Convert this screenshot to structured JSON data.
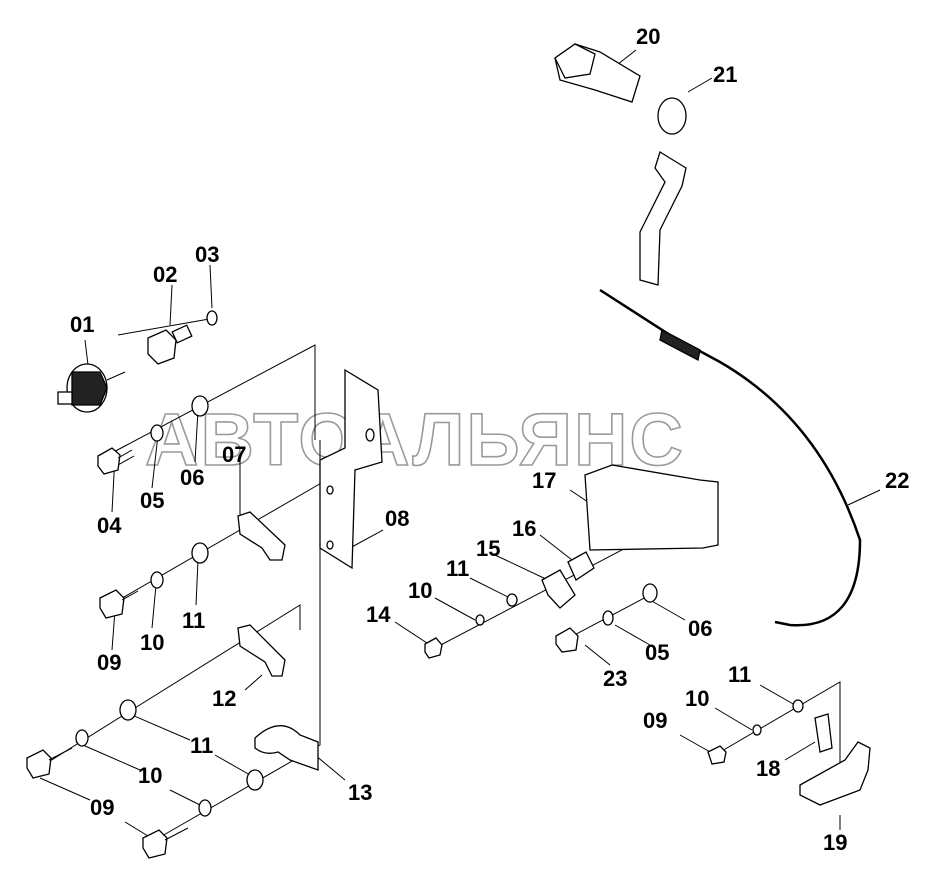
{
  "diagram": {
    "watermark": "АВТОАЛЬЯНС",
    "callouts": {
      "p01": "01",
      "p02": "02",
      "p03": "03",
      "p04": "04",
      "p05a": "05",
      "p06a": "06",
      "p07": "07",
      "p08": "08",
      "p09a": "09",
      "p10a": "10",
      "p11a": "11",
      "p12": "12",
      "p11b": "11",
      "p10b": "10",
      "p09b": "09",
      "p13": "13",
      "p14": "14",
      "p10c": "10",
      "p11c": "11",
      "p15": "15",
      "p16": "16",
      "p17": "17",
      "p06b": "06",
      "p05b": "05",
      "p23": "23",
      "p20": "20",
      "p21": "21",
      "p22": "22",
      "p11d": "11",
      "p10d": "10",
      "p09c": "09",
      "p18": "18",
      "p19": "19"
    }
  }
}
